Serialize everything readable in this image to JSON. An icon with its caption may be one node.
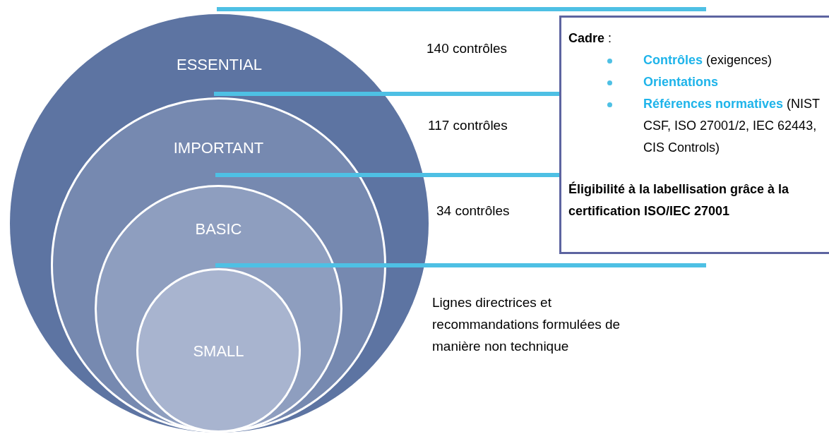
{
  "diagram": {
    "nodes": [
      {
        "text": [
          "ESSENTIAL"
        ]
      },
      {
        "text": [
          "IMPORTANT"
        ],
        "in": 0
      },
      {
        "text": [
          "BASIC"
        ],
        "in": 1
      },
      {
        "text": [
          "SMALL"
        ],
        "in": 2
      },
      {
        "text": [
          "**Cadre** :",
          "**Contrôles** (exigences)",
          "**Orientations**",
          "**Références normatives** (NIST CSF, ISO 27001/2, IEC 62443, CIS Controls)",
          "Éligibilité à la labellisation grâce à la certification ISO/IEC 27001"
        ]
      }
    ],
    "labels": [
      "140 contrôles",
      "117 contrôles",
      "34 contrôles",
      "Lignes directrices et recommandations formulées de manière non technique"
    ]
  }
}
